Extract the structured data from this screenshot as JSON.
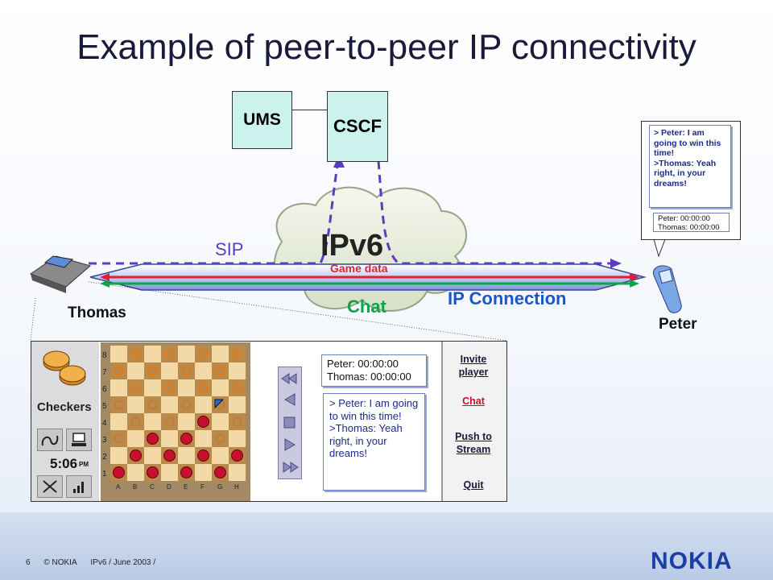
{
  "slide": {
    "title": "Example of peer-to-peer IP connectivity"
  },
  "network": {
    "ums_label": "UMS",
    "cscf_label": "CSCF",
    "cloud_label": "IPv6",
    "sip_label": "SIP",
    "game_data_label": "Game data",
    "chat_label": "Chat",
    "ip_connection_label": "IP Connection",
    "colors": {
      "sip": "#5b3cc4",
      "game_data": "#e0203a",
      "chat": "#12a24a",
      "ip_connection": "#1a58c8",
      "server_box": "#ccf2ee"
    }
  },
  "peers": {
    "left_name": "Thomas",
    "right_name": "Peter"
  },
  "peter_phone": {
    "messages": [
      "> Peter: I am going to win this time!",
      ">Thomas: Yeah right, in your dreams!"
    ],
    "timer_lines": [
      "Peter: 00:00:00",
      "Thomas: 00:00:00"
    ]
  },
  "thomas_screen": {
    "app_name": "Checkers",
    "clock": "5:06",
    "clock_suffix": "PM",
    "board_ranks": [
      "8",
      "7",
      "6",
      "5",
      "4",
      "3",
      "2",
      "1"
    ],
    "board_files": [
      "A",
      "B",
      "C",
      "D",
      "E",
      "F",
      "G",
      "H"
    ],
    "timer_lines": [
      "Peter: 00:00:00",
      "Thomas: 00:00:00"
    ],
    "messages": [
      "> Peter: I am going to win this time!",
      ">Thomas: Yeah right, in your dreams!"
    ],
    "menu": {
      "invite": "Invite player",
      "chat": "Chat",
      "push": "Push to Stream",
      "quit": "Quit"
    }
  },
  "footer": {
    "page": "6",
    "copyright": "© NOKIA",
    "deck": "IPv6 / June 2003 /",
    "logo": "NOKIA"
  }
}
